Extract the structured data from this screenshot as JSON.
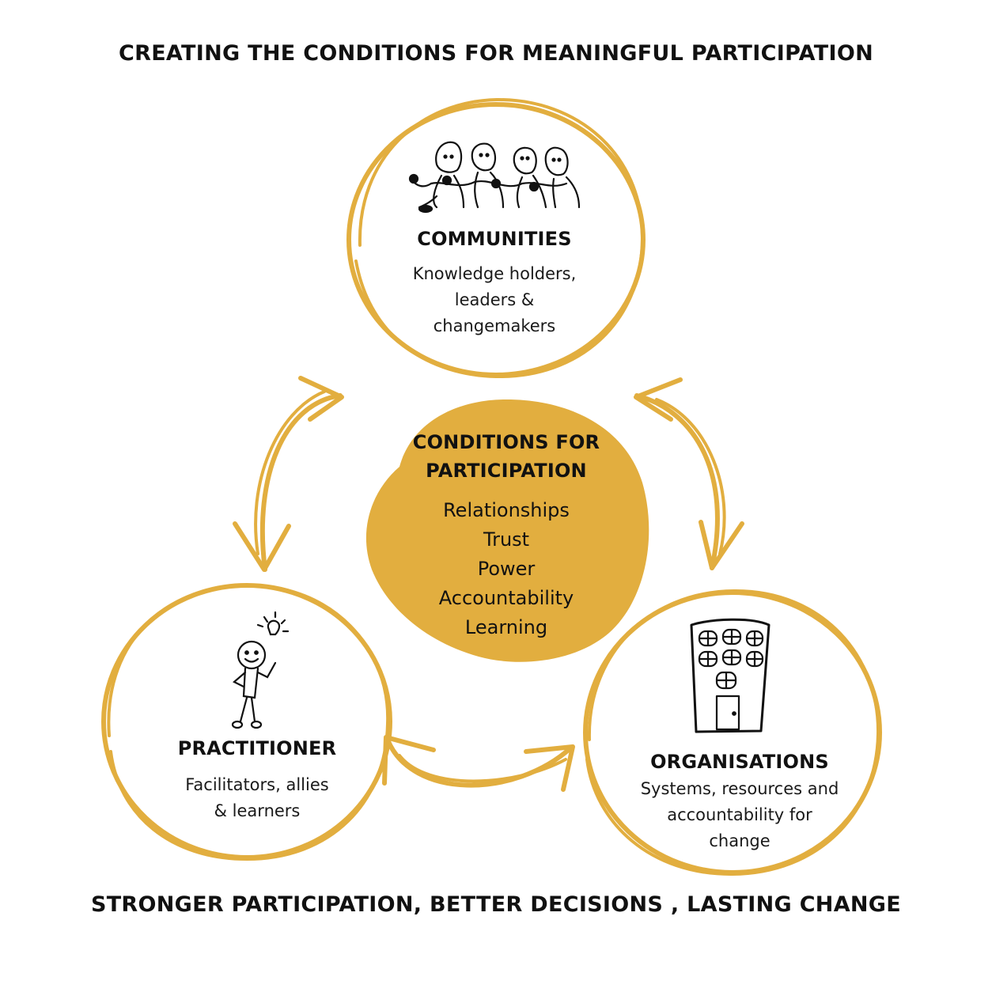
{
  "headings": {
    "top": "CREATING THE CONDITIONS FOR MEANINGFUL PARTICIPATION",
    "bottom": "STRONGER PARTICIPATION, BETTER DECISIONS , LASTING CHANGE"
  },
  "nodes": {
    "communities": {
      "title": "COMMUNITIES",
      "lines": [
        "Knowledge holders,",
        "leaders &",
        "changemakers"
      ],
      "icon": "people-group-icon"
    },
    "practitioner": {
      "title": "PRACTITIONER",
      "lines": [
        "Facilitators, allies",
        "& learners"
      ],
      "icon": "stick-figure-lightbulb-icon"
    },
    "organisations": {
      "title": "ORGANISATIONS",
      "lines": [
        "Systems, resources and",
        "accountability for",
        "change"
      ],
      "icon": "building-icon"
    },
    "center": {
      "title_lines": [
        "CONDITIONS FOR",
        "PARTICIPATION"
      ],
      "items": [
        "Relationships",
        "Trust",
        "Power",
        "Accountability",
        "Learning"
      ]
    }
  },
  "colors": {
    "accent": "#E2AE3F",
    "text": "#111111",
    "background": "#FFFFFF"
  }
}
